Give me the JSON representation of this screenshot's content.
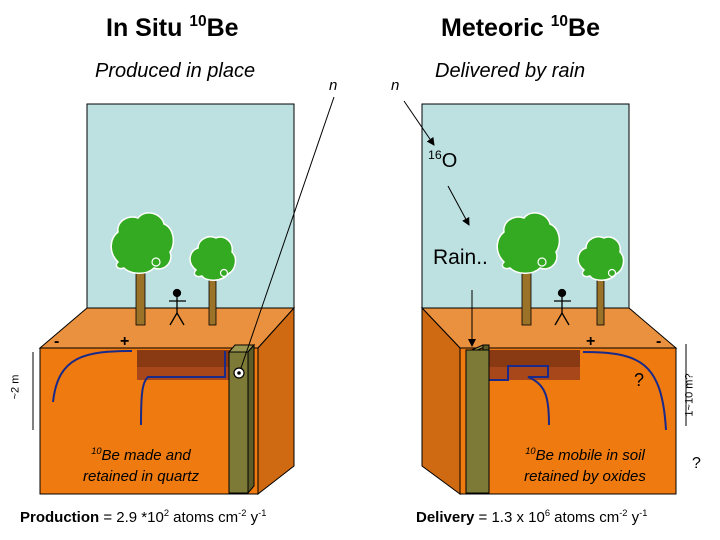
{
  "left": {
    "title_pre": "In Situ ",
    "title_sup": "10",
    "title_post": "Be",
    "subtitle": "Produced in place",
    "neutron": "n",
    "caption_sup": "10",
    "caption_line1": "Be made and",
    "caption_line2": "retained in quartz",
    "depth_label": "~2 m",
    "minus": "-",
    "plus": "+",
    "footer_bold": "Production",
    "footer_mid": " = 2.9 *10",
    "footer_exp1": "2",
    "footer_mid2": " atoms cm",
    "footer_exp2": "-2",
    "footer_mid3": " y",
    "footer_exp3": "-1"
  },
  "right": {
    "title_pre": "Meteoric ",
    "title_sup": "10",
    "title_post": "Be",
    "subtitle": "Delivered by rain",
    "neutron": "n",
    "oxygen_sup": "16",
    "oxygen": "O",
    "rain": "Rain..",
    "question1": "?",
    "question2": "?",
    "depth_label": "1~10 m?",
    "plus": "+",
    "minus": "-",
    "caption_sup": "10",
    "caption_line1": "Be mobile in soil",
    "caption_line2": "retained by oxides",
    "footer_bold": "Delivery",
    "footer_mid": " = 1.3 x 10",
    "footer_exp1": "6",
    "footer_mid2": " atoms cm",
    "footer_exp2": "-2",
    "footer_mid3": " y",
    "footer_exp3": "-1"
  },
  "colors": {
    "sky": "#bde0e0",
    "soil_top": "#e9913e",
    "soil_front": "#ee7a10",
    "soil_side": "#cf6a12",
    "dark_soil": "#8a3a12",
    "mid_soil": "#a8471a",
    "column": "#7d7a37",
    "tree": "#33aa22",
    "trunk": "#9a7228",
    "profile_line": "#1a2a8a"
  }
}
